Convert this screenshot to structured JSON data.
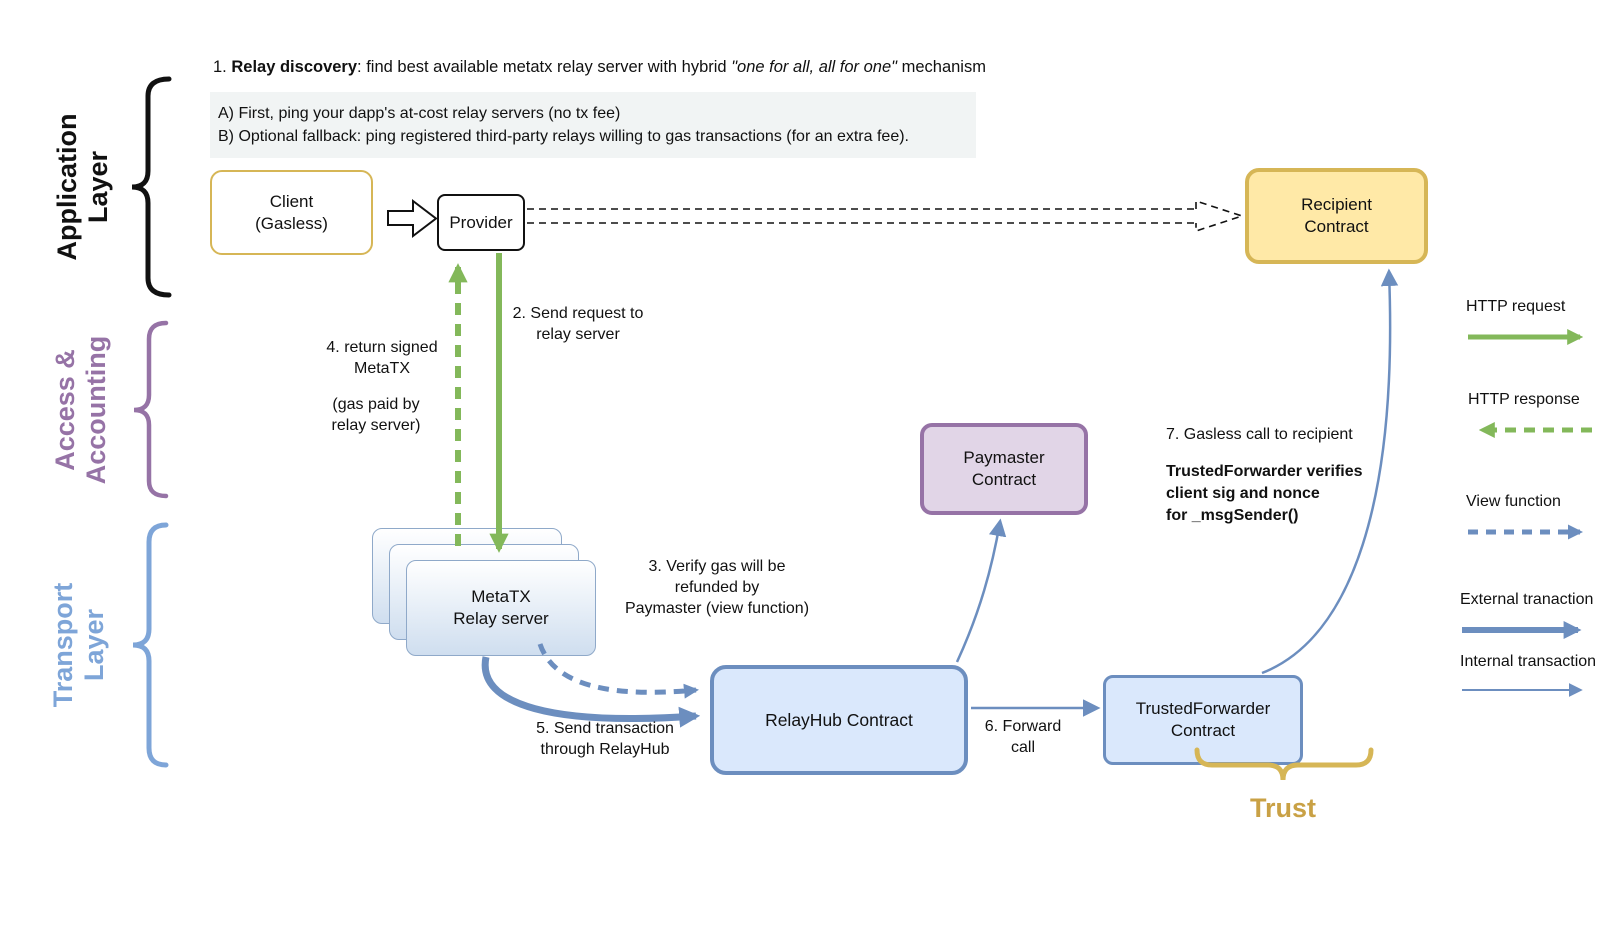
{
  "colors": {
    "green_arrow": "#83b85a",
    "blue_arrow": "#6c8ebf",
    "blue_fill": "#dae8fc",
    "purple_border": "#9673a6",
    "purple_fill": "#e1d5e7",
    "gold_border": "#d6b656",
    "gold_fill": "#ffe9a7",
    "transport_text": "#7ea5d8",
    "trust_text": "#c9a145",
    "note_box_bg": "#f1f4f4"
  },
  "layers": {
    "application": {
      "line1": "Application",
      "line2": "Layer"
    },
    "access": {
      "line1": "Access &",
      "line2": "Accounting"
    },
    "transport": {
      "line1": "Transport",
      "line2": "Layer"
    }
  },
  "notes": {
    "step1_prefix": "1. ",
    "step1_bold": "Relay discovery",
    "step1_mid": ": find best available metatx relay server with hybrid ",
    "step1_italic": "\"one for all, all for one\"",
    "step1_suffix": " mechanism",
    "optionA": "A) First, ping your dapp's at-cost relay servers (no tx fee)",
    "optionB": "B) Optional fallback: ping registered third-party relays willing to gas transactions (for an extra fee)."
  },
  "nodes": {
    "client": {
      "line1": "Client",
      "line2": "(Gasless)"
    },
    "provider": {
      "label": "Provider"
    },
    "recipient": {
      "line1": "Recipient",
      "line2": "Contract"
    },
    "paymaster": {
      "line1": "Paymaster",
      "line2": "Contract"
    },
    "relay_server": {
      "line1": "MetaTX",
      "line2": "Relay server"
    },
    "relayhub": {
      "label": "RelayHub Contract"
    },
    "trusted_forwarder": {
      "line1": "TrustedForwarder",
      "line2": "Contract"
    }
  },
  "edge_labels": {
    "step2": {
      "line1": "2. Send request to",
      "line2": "relay server"
    },
    "step3": {
      "line1": "3. Verify gas will be",
      "line2": "refunded by",
      "line3": "Paymaster (view function)"
    },
    "step4": {
      "line1": "4. return signed",
      "line2": "MetaTX",
      "line3": "(gas paid by",
      "line4": "relay server)"
    },
    "step5": {
      "line1": "5. Send transaction",
      "line2": "through RelayHub"
    },
    "step6": {
      "line1": "6. Forward",
      "line2": "call"
    },
    "step7": {
      "line1": "7. Gasless call to recipient",
      "bold1": "TrustedForwarder verifies",
      "bold2": "client sig and nonce",
      "bold3": "for _msgSender()"
    }
  },
  "legend": {
    "http_request": "HTTP request",
    "http_response": "HTTP response",
    "view_function": "View function",
    "external_transaction": "External tranaction",
    "internal_transaction": "Internal transaction"
  },
  "trust_label": "Trust"
}
